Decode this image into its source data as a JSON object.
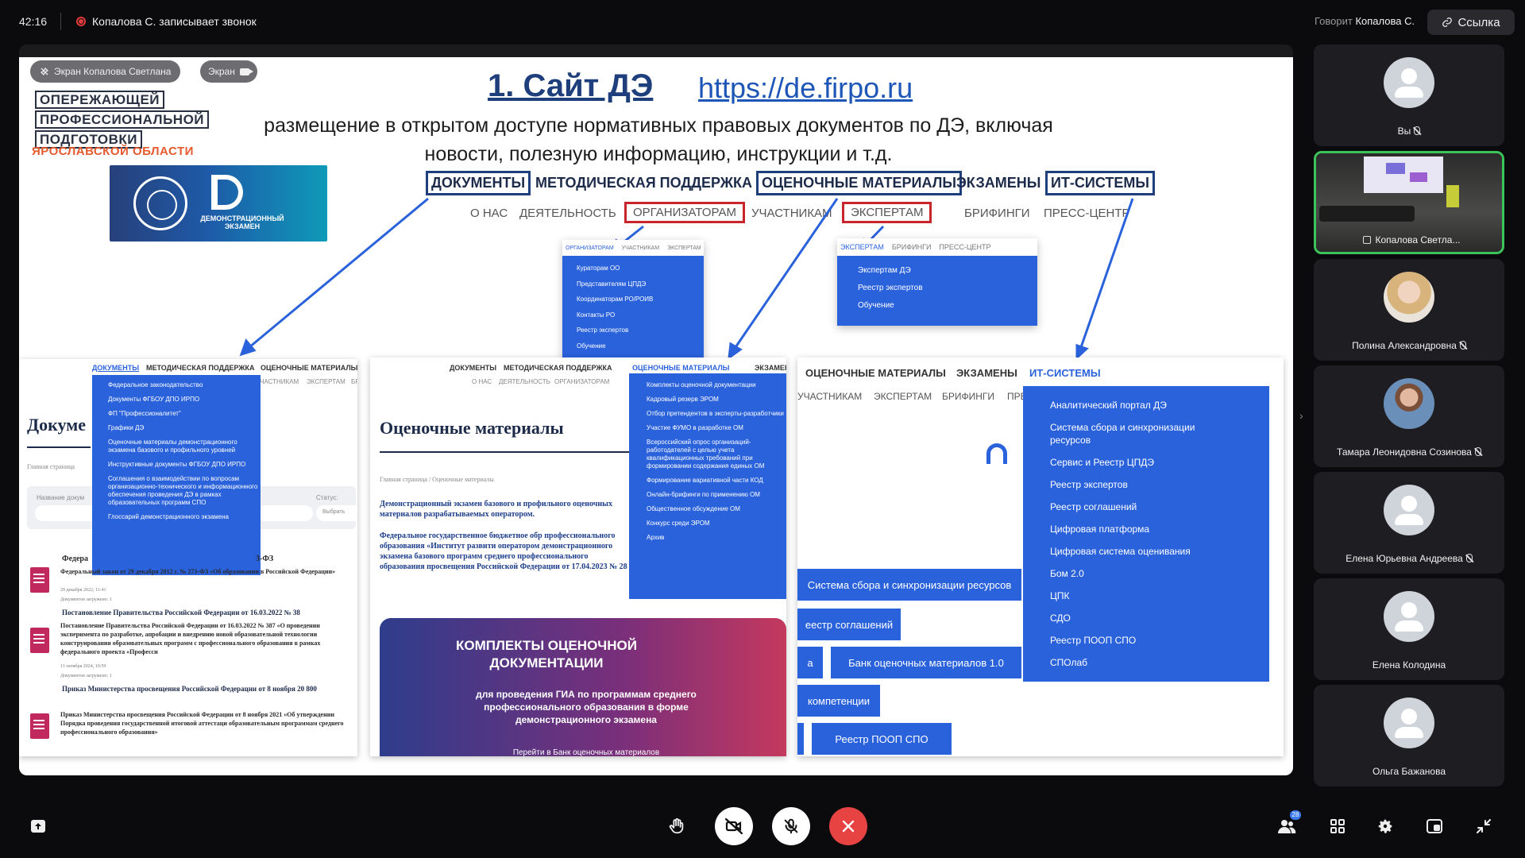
{
  "topbar": {
    "time": "42:16",
    "recording_text": "Копалова С. записывает звонок",
    "speaking_label": "Говорит",
    "speaking_name": "Копалова С.",
    "link_label": "Ссылка"
  },
  "share": {
    "badge": "Экран Копалова Светлана",
    "screen_pill": "Экран"
  },
  "slide": {
    "logo_lines": [
      "ОПЕРЕЖАЮЩЕЙ",
      "ПРОФЕССИОНАЛЬНОЙ",
      "ПОДГОТОВКИ"
    ],
    "logo_region": "ЯРОСЛАВСКОЙ ОБЛАСТИ",
    "de_logo_text": "ДЕМОНСТРАЦИОННЫЙ ЭКЗАМЕН",
    "title": "1. Сайт ДЭ",
    "url": "https://de.firpo.ru",
    "description": "размещение в открытом доступе нормативных правовых документов по ДЭ, включая новости, полезную информацию, инструкции и т.д.",
    "menu": [
      "ДОКУМЕНТЫ",
      "МЕТОДИЧЕСКАЯ ПОДДЕРЖКА",
      "ОЦЕНОЧНЫЕ МАТЕРИАЛЫ",
      "ЭКЗАМЕНЫ",
      "ИТ-СИСТЕМЫ"
    ],
    "submenu": [
      "О НАС",
      "ДЕЯТЕЛЬНОСТЬ",
      "ОРГАНИЗАТОРАМ",
      "УЧАСТНИКАМ",
      "ЭКСПЕРТАМ",
      "БРИФИНГИ",
      "ПРЕСС-ЦЕНТР"
    ],
    "org_drop": {
      "head": [
        "ОРГАНИЗАТОРАМ",
        "УЧАСТНИКАМ",
        "ЭКСПЕРТАМ"
      ],
      "items": [
        "Кураторам ОО",
        "Представителям ЦПДЭ",
        "Координаторам РО/РОИВ",
        "Контакты РО",
        "Реестр экспертов",
        "Обучение"
      ]
    },
    "exp_drop": {
      "head": [
        "ЭКСПЕРТАМ",
        "БРИФИНГИ",
        "ПРЕСС-ЦЕНТР"
      ],
      "items": [
        "Экспертам ДЭ",
        "Реестр экспертов",
        "Обучение"
      ]
    },
    "panel1": {
      "nav": [
        "ДОКУМЕНТЫ",
        "МЕТОДИЧЕСКАЯ ПОДДЕРЖКА",
        "ОЦЕНОЧНЫЕ МАТЕРИАЛЫ"
      ],
      "sub": [
        "УЧАСТНИКАМ",
        "ЭКСПЕРТАМ",
        "БР"
      ],
      "heading": "Докуме",
      "crumb": "Главная страница",
      "field_label": "Название докум",
      "status_label": "Статус:",
      "status_value": "Выбрать",
      "drop_items": [
        "Федеральное законодательство",
        "Документы ФГБОУ ДПО ИРПО",
        "ФП \"Профессионалитет\"",
        "Графики ДЭ",
        "Оценочные материалы демонстрационного экзамена базового и профильного уровней",
        "Инструктивные документы ФГБОУ ДПО ИРПО",
        "Соглашения о взаимодействии по вопросам организационно-технического и информационного обеспечения проведения ДЭ в рамках образовательных программ СПО",
        "Глоссарий демонстрационного экзамена"
      ],
      "section": "Федера",
      "section_tail": "3-ФЗ",
      "doc1_text": "Федеральный закон от 29 декабря 2012 г. № 273-ФЗ «Об образовании в Российской Федерации»",
      "doc1_date": "29 декабря 2022, 11:41",
      "doc1_loaded": "Документов загружено: 1",
      "doc2_title": "Постановление Правительства Российской Федерации от 16.03.2022 № 38",
      "doc2_text": "Постановление Правительства Российской Федерации от 16.03.2022 № 387 «О проведении эксперимента по разработке, апробации и внедрению новой образовательной технологии конструирования образовательных программ с профессионального образования в рамках федерального проекта «Професси",
      "doc2_date": "11 октября 2024, 10:59",
      "doc2_loaded": "Документов загружено: 1",
      "doc3_title": "Приказ Министерства просвещения Российской Федерации от 8 ноября 20 800",
      "doc3_text": "Приказ Министерства просвещения Российской Федерации от 8 ноября 2021 «Об утверждении Порядка проведения государственной итоговой аттестаци образовательным программам среднего профессионального образования»"
    },
    "panel2": {
      "nav": [
        "ДОКУМЕНТЫ",
        "МЕТОДИЧЕСКАЯ ПОДДЕРЖКА",
        "ОЦЕНОЧНЫЕ МАТЕРИАЛЫ",
        "ЭКЗАМЕНЫ"
      ],
      "sub": [
        "О НАС",
        "ДЕЯТЕЛЬНОСТЬ",
        "ОРГАНИЗАТОРАМ"
      ],
      "heading": "Оценочные материалы",
      "crumb": "Главная страница / Оценочные материалы",
      "para1": "Демонстрационный экзамен базового и профильного оценочных материалов разрабатываемых оператором.",
      "para2": "Федеральное государственное бюджетное обр профессионального образования «Институт развити оператором демонстрационного экзамена базового программ среднего профессионального образования просвещения Российской Федерации от 17.04.2023 № 28",
      "drop_items": [
        "Комплекты оценочной документации",
        "Кадровый резерв ЭРОМ",
        "Отбор претендентов в эксперты-разработчики",
        "Участие ФУМО в разработке ОМ",
        "Всероссийский опрос организаций-работодателей с целью учета квалификационных требований при формировании содержания единых ОМ",
        "Формирование вариативной части КОД",
        "Онлайн-брифинги по применению ОМ",
        "Общественное обсуждение ОМ",
        "Конкурс среди ЭРОМ",
        "Архив"
      ],
      "banner_title": "КОМПЛЕКТЫ ОЦЕНОЧНОЙ ДОКУМЕНТАЦИИ",
      "banner_sub": "для проведения ГИА по программам среднего профессионального образования в форме демонстрационного экзамена",
      "banner_link": "Перейти в Банк оценочных материалов"
    },
    "panel3": {
      "nav": [
        "ОЦЕНОЧНЫЕ МАТЕРИАЛЫ",
        "ЭКЗАМЕНЫ",
        "ИТ-СИСТЕМЫ"
      ],
      "sub": [
        "УЧАСТНИКАМ",
        "ЭКСПЕРТАМ",
        "БРИФИНГИ",
        "ПРЕ"
      ],
      "drop_items": [
        "Аналитический портал ДЭ",
        "Система сбора и синхронизации ресурсов",
        "Сервис и Реестр ЦПДЭ",
        "Реестр экспертов",
        "Реестр соглашений",
        "Цифровая платформа",
        "Цифровая система оценивания",
        "Бом 2.0",
        "ЦПК",
        "СДО",
        "Реестр ПООП СПО",
        "СПОлаб"
      ],
      "buttons": [
        "Система сбора и синхронизации ресурсов",
        "еестр соглашений",
        "а",
        "Банк оценочных материалов 1.0",
        "компетенции",
        "Реестр ПООП СПО"
      ]
    }
  },
  "participants": [
    {
      "name": "Вы",
      "muted": true,
      "photo": false
    },
    {
      "name": "Копалова Светла...",
      "muted": false,
      "photo": true,
      "active": true
    },
    {
      "name": "Полина Александровна",
      "muted": true,
      "photo": true
    },
    {
      "name": "Тамара Леонидовна Созинова",
      "muted": true,
      "photo": true
    },
    {
      "name": "Елена Юрьевна Андреева",
      "muted": true,
      "photo": false
    },
    {
      "name": "Елена Колодина",
      "muted": false,
      "photo": false
    },
    {
      "name": "Ольга Бажанова",
      "muted": false,
      "photo": false
    }
  ],
  "toolbar": {
    "participants_count": "28"
  },
  "colors": {
    "accent_blue": "#2a62dc",
    "title_blue": "#1e3e7c",
    "box_red": "#c8262c",
    "end_call": "#e84343",
    "active_green": "#3cc45a"
  }
}
